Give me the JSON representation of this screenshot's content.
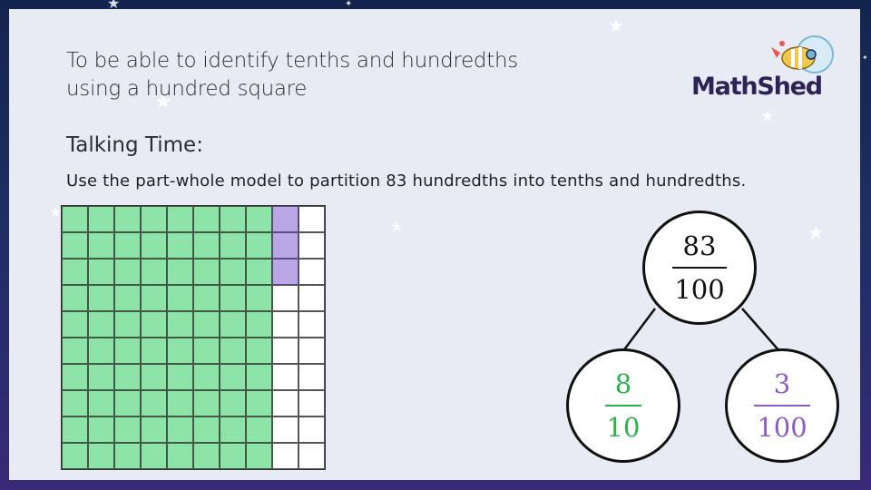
{
  "objective": {
    "line1": "To be able to identify tenths and hundredths",
    "line2": "using a hundred square"
  },
  "logo": {
    "text": "MathShed"
  },
  "heading": "Talking Time:",
  "instruction": "Use the part-whole model to partition 83 hundredths into tenths and hundredths.",
  "hundred_square": {
    "rows": 10,
    "cols": 10,
    "shaded_tenths": 8,
    "shaded_hundredths": 3,
    "tenths_color": "#8ee3a8",
    "hundredths_color": "#b9a7e6"
  },
  "part_whole": {
    "whole": {
      "numerator": "83",
      "denominator": "100"
    },
    "part1": {
      "numerator": "8",
      "denominator": "10",
      "color": "#2bb24a"
    },
    "part2": {
      "numerator": "3",
      "denominator": "100",
      "color": "#8a5cc7"
    }
  }
}
